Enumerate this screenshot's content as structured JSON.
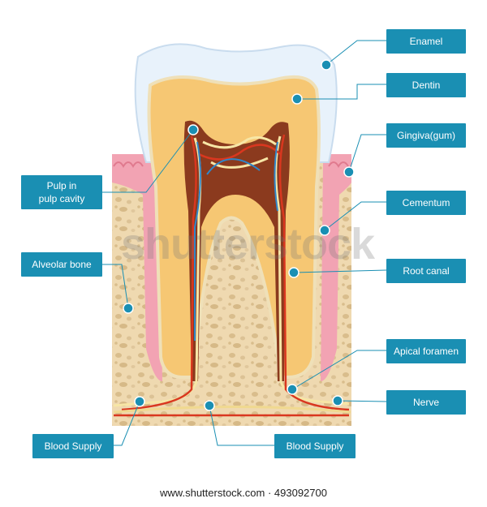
{
  "labels": {
    "enamel": "Enamel",
    "dentin": "Dentin",
    "gingiva": "Gingiva(gum)",
    "cementum": "Cementum",
    "root_canal": "Root canal",
    "apical_foramen": "Apical foramen",
    "nerve": "Nerve",
    "pulp_line1": "Pulp in",
    "pulp_line2": "pulp cavity",
    "alveolar_bone": "Alveolar bone",
    "blood_supply_left": "Blood Supply",
    "blood_supply_right": "Blood Supply"
  },
  "watermark": "shutterstock",
  "credit": "www.shutterstock.com · 493092700",
  "colors": {
    "label_bg": "#1a8fb3",
    "leader": "#1a8fb3",
    "enamel": "#e8f2fb",
    "dentin": "#f6c773",
    "pulp": "#8b3a1e",
    "gum": "#f2a3b3",
    "bone": "#efd9b0",
    "nerve": "#f7e6a6",
    "artery": "#d9371f",
    "vein": "#2f86c9"
  }
}
